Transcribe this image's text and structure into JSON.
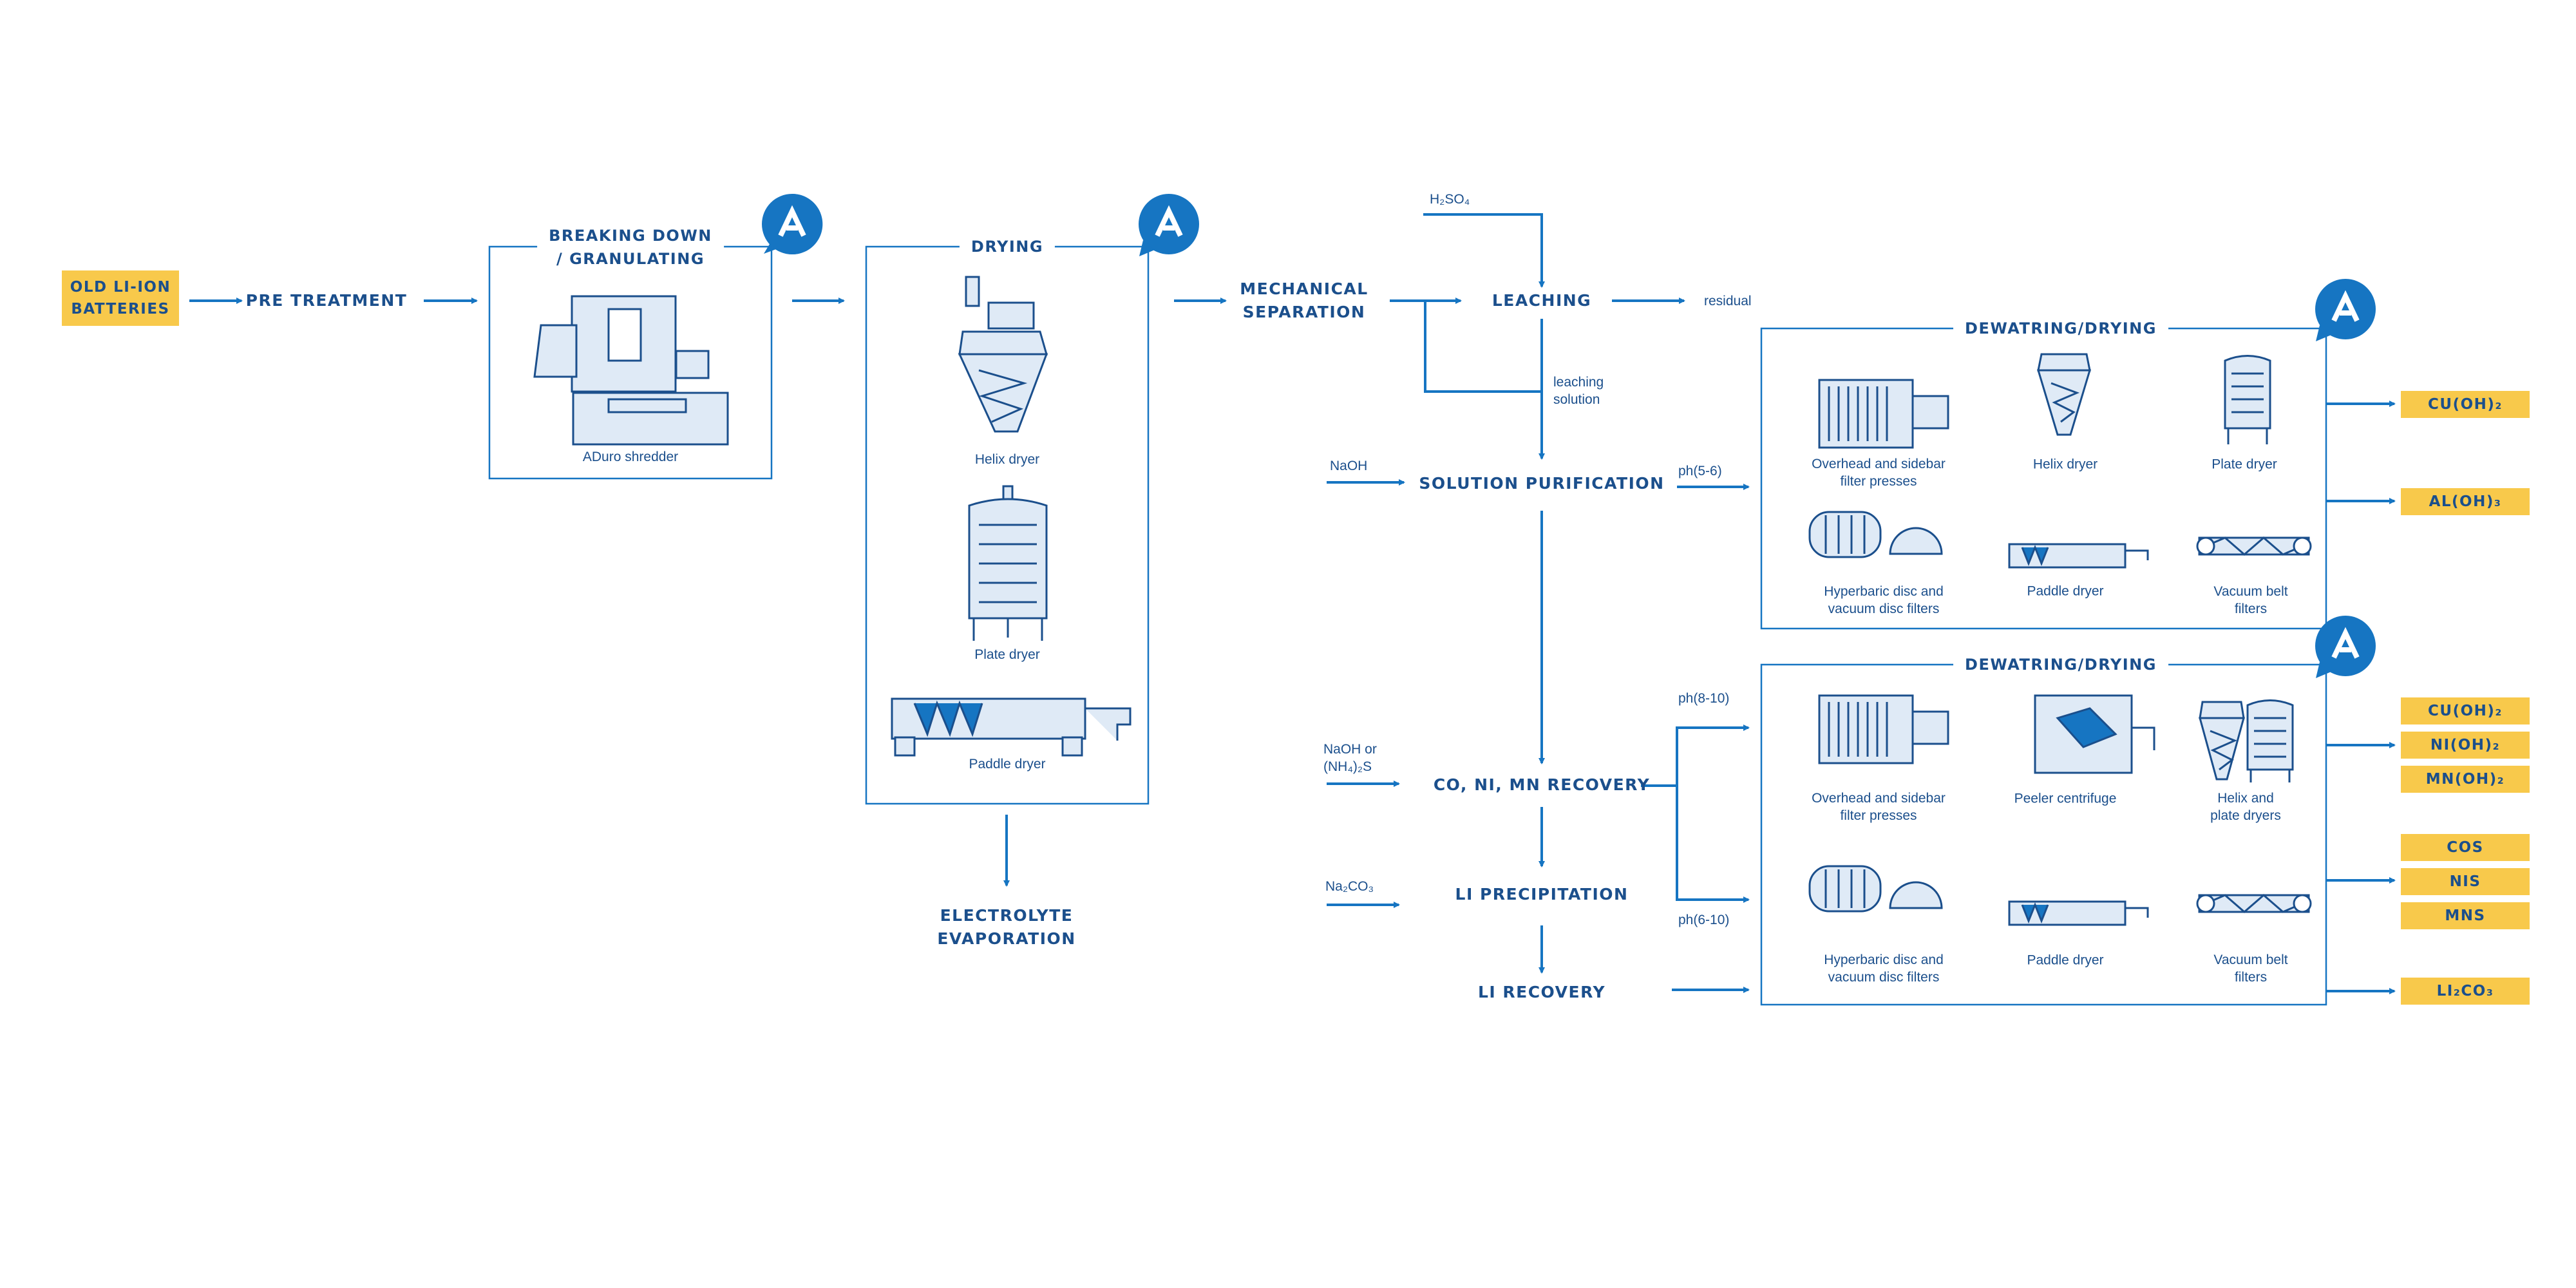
{
  "colors": {
    "primary": "#1b4f8c",
    "accent": "#1675c2",
    "highlight": "#f8c94b",
    "equipment_fill": "#dfeaf6"
  },
  "input_label": "OLD LI-ION\nBATTERIES",
  "stages": {
    "pre_treatment": "PRE TREATMENT",
    "mechanical_separation": "MECHANICAL\nSEPARATION",
    "leaching": "LEACHING",
    "solution_purification": "SOLUTION PURIFICATION",
    "co_ni_mn_recovery": "CO, NI, MN RECOVERY",
    "li_precipitation": "LI PRECIPITATION",
    "li_recovery": "LI RECOVERY",
    "electrolyte_evaporation": "ELECTROLYTE\nEVAPORATION"
  },
  "notes": {
    "h2so4": "H₂SO₄",
    "residual": "residual",
    "leaching_solution": "leaching\nsolution",
    "naoh": "NaOH",
    "naoh_or_nh4_2s": "NaOH or\n(NH₄)₂S",
    "na2co3": "Na₂CO₃",
    "ph_5_6": "ph(5-6)",
    "ph_8_10": "ph(8-10)",
    "ph_6_10": "ph(6-10)"
  },
  "boxes": {
    "breaking_down": {
      "title": "BREAKING DOWN\n/ GRANULATING",
      "equipment": [
        "ADuro shredder"
      ]
    },
    "drying": {
      "title": "DRYING",
      "equipment": [
        "Helix dryer",
        "Plate dryer",
        "Paddle dryer"
      ]
    },
    "dewatering_upper": {
      "title": "DEWATRING/DRYING",
      "equipment": [
        "Overhead and sidebar\nfilter presses",
        "Helix dryer",
        "Plate dryer",
        "Hyperbaric disc and\nvacuum disc filters",
        "Paddle dryer",
        "Vacuum belt\nfilters"
      ]
    },
    "dewatering_lower": {
      "title": "DEWATRING/DRYING",
      "equipment": [
        "Overhead and sidebar\nfilter presses",
        "Peeler centrifuge",
        "Helix and\nplate dryers",
        "Hyperbaric disc and\nvacuum disc filters",
        "Paddle dryer",
        "Vacuum belt\nfilters"
      ]
    }
  },
  "outputs": [
    "CU(OH)₂",
    "AL(OH)₃",
    "CU(OH)₂",
    "NI(OH)₂",
    "MN(OH)₂",
    "COS",
    "NIS",
    "MNS",
    "LI₂CO₃"
  ]
}
